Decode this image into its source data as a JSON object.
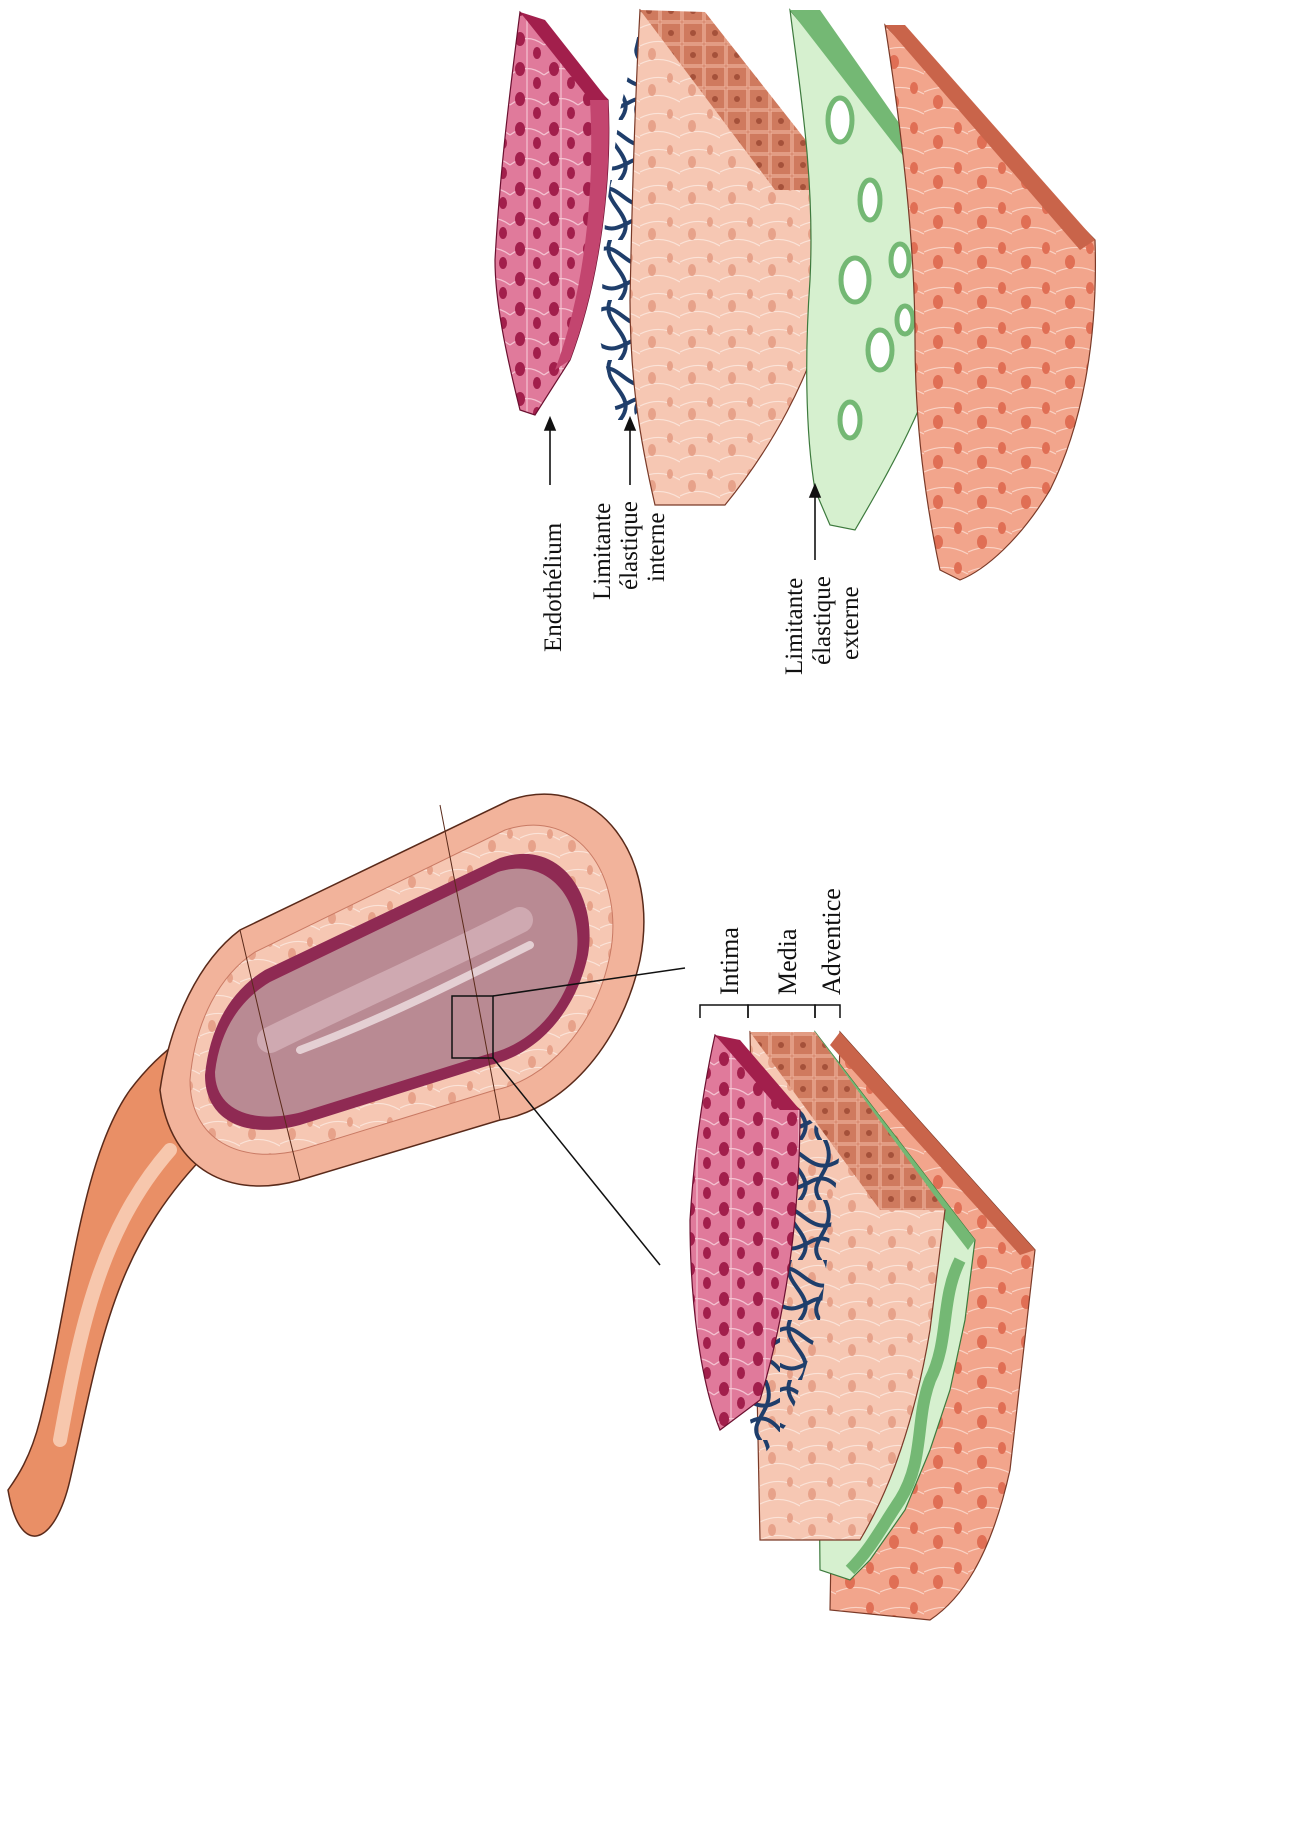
{
  "labels": {
    "endothelium": "Endothélium",
    "internal_elastic": [
      "Limitante",
      "élastique",
      "interne"
    ],
    "external_elastic": [
      "Limitante",
      "élastique",
      "externe"
    ],
    "intima": "Intima",
    "media": "Media",
    "adventitia": "Adventice"
  },
  "colors": {
    "endothelium": "#d9648a",
    "endothelium_dark": "#a8244f",
    "internal_elastic_fibers": "#1f3e6b",
    "media": "#f6c7b3",
    "media_muscle": "#d9876a",
    "external_elastic": "#74b874",
    "external_elastic_light": "#d6f0cf",
    "adventitia": "#ef9a80",
    "vessel_outer": "#e98f66",
    "lumen": "#b98a93"
  }
}
